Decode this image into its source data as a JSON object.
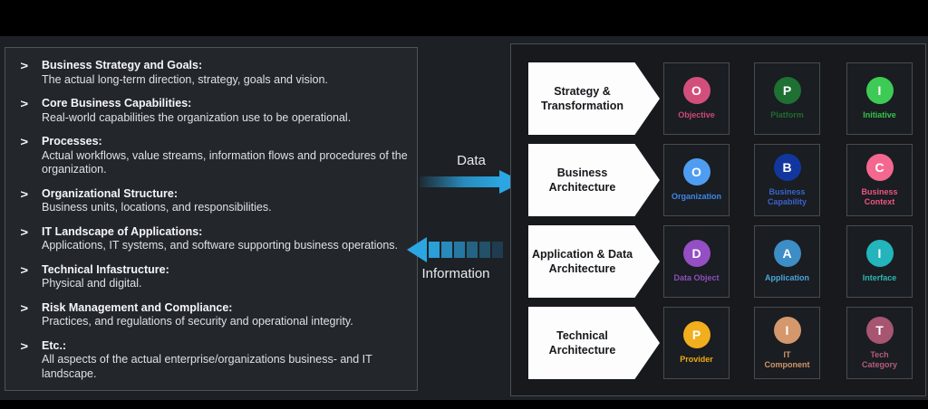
{
  "left_panel": {
    "bullet": ">",
    "items": [
      {
        "title": "Business Strategy and Goals:",
        "desc": "The actual long-term direction, strategy, goals and vision."
      },
      {
        "title": "Core Business Capabilities:",
        "desc": "Real-world capabilities the organization use to be operational."
      },
      {
        "title": "Processes:",
        "desc": "Actual workflows, value streams, information flows and procedures of the organization."
      },
      {
        "title": "Organizational Structure:",
        "desc": "Business units, locations, and responsibilities."
      },
      {
        "title": "IT Landscape of Applications:",
        "desc": "Applications, IT systems, and software supporting business operations."
      },
      {
        "title": "Technical Infastructure:",
        "desc": "Physical and digital."
      },
      {
        "title": "Risk Management and Compliance:",
        "desc": "Practices, and regulations of security and operational integrity."
      },
      {
        "title": "Etc.:",
        "desc": "All aspects of the actual enterprise/organizations business- and IT landscape."
      }
    ]
  },
  "flows": {
    "data_label": "Data",
    "information_label": "Information",
    "arrow_color": "#2BA6E2"
  },
  "right_panel": {
    "rows": [
      {
        "chevron": {
          "line1": "Strategy &",
          "line2": "Transformation"
        },
        "tiles": [
          {
            "letter": "O",
            "label": "Objective",
            "circle_color": "#d24f7c",
            "label_color": "#ce4877"
          },
          {
            "letter": "P",
            "label": "Platform",
            "circle_color": "#1e7033",
            "label_color": "#226b31"
          },
          {
            "letter": "I",
            "label": "Initiative",
            "circle_color": "#3ecb55",
            "label_color": "#36c34d"
          }
        ]
      },
      {
        "chevron": {
          "line1": "Business",
          "line2": "Architecture"
        },
        "tiles": [
          {
            "letter": "O",
            "label": "Organization",
            "circle_color": "#4f9df2",
            "label_color": "#3e88ea"
          },
          {
            "letter": "B",
            "label": "Business\nCapability",
            "circle_color": "#11379f",
            "label_color": "#3a63cd"
          },
          {
            "letter": "C",
            "label": "Business\nContext",
            "circle_color": "#f4688f",
            "label_color": "#eb5581"
          }
        ]
      },
      {
        "chevron": {
          "line1": "Application & Data",
          "line2": "Architecture"
        },
        "tiles": [
          {
            "letter": "D",
            "label": "Data Object",
            "circle_color": "#944fc4",
            "label_color": "#8d4ec0"
          },
          {
            "letter": "A",
            "label": "Application",
            "circle_color": "#3d8dc6",
            "label_color": "#4ba5dd"
          },
          {
            "letter": "I",
            "label": "Interface",
            "circle_color": "#23b4bc",
            "label_color": "#28b9b9"
          }
        ]
      },
      {
        "chevron": {
          "line1": "Technical",
          "line2": "Architecture"
        },
        "tiles": [
          {
            "letter": "P",
            "label": "Provider",
            "circle_color": "#f1ae1d",
            "label_color": "#eeaa14"
          },
          {
            "letter": "I",
            "label": "IT\nComponent",
            "circle_color": "#d4986c",
            "label_color": "#d09668"
          },
          {
            "letter": "T",
            "label": "Tech\nCategory",
            "circle_color": "#a85571",
            "label_color": "#b25d79"
          }
        ]
      }
    ]
  }
}
